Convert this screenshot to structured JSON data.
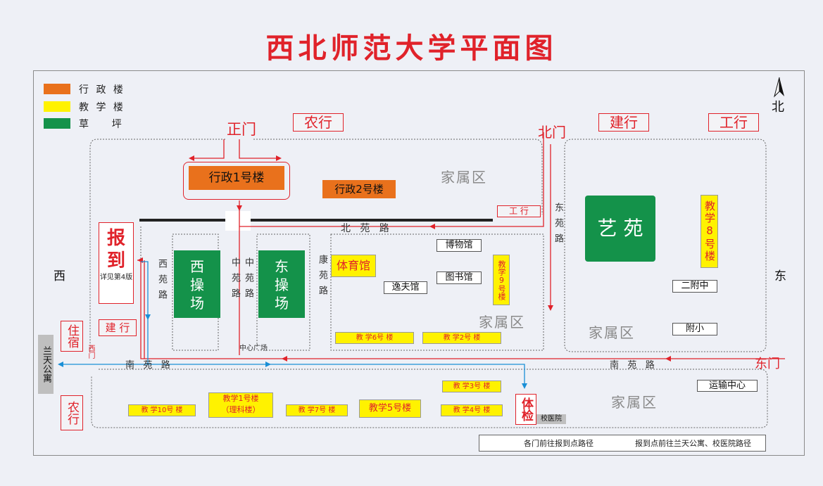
{
  "title": "西北师范大学平面图",
  "legend": [
    {
      "label": "行 政 楼",
      "color": "#e9711c"
    },
    {
      "label": "教 学 楼",
      "color": "#fff200"
    },
    {
      "label": "草    坪",
      "color": "#14924a"
    }
  ],
  "compass": {
    "label": "北"
  },
  "gates": {
    "main": "正门",
    "north": "北门",
    "east": "东门",
    "west": "西门"
  },
  "banks": {
    "nonghang_top": "农行",
    "jianhang_top": "建行",
    "gonghang_top": "工行",
    "gonghang_road": "工 行",
    "jianhang_left": "建 行",
    "nonghang_left": "农行"
  },
  "directions": {
    "west": "西",
    "east": "东"
  },
  "roads": {
    "beiyuan": "北   苑   路",
    "nanyuan_left": "南   苑   路",
    "nanyuan_right": "南   苑   路",
    "xiyuan": "西苑路",
    "zhongyuan_a": "中苑路",
    "zhongyuan_b": "中苑路",
    "kangyuan": "康苑路",
    "dongyuan": "东苑路",
    "center_square": "中心广场"
  },
  "buildings": {
    "admin1": "行政1号楼",
    "admin2": "行政2号楼",
    "gym": "体育馆",
    "museum": "博物馆",
    "yifu": "逸夫馆",
    "library": "图书馆",
    "teach9": "教学9号楼",
    "teach6": "教 学6号 楼",
    "teach2": "教 学2号 楼",
    "teach8": "教学8号楼",
    "erfuzhong": "二附中",
    "fuxiao": "附小",
    "teach10": "教 学10号 楼",
    "teach1_line1": "教学1号楼",
    "teach1_line2": "（理科楼）",
    "teach7": "教 学7号 楼",
    "teach5": "教学5号楼",
    "teach3": "教 学3号 楼",
    "teach4": "教 学4号 楼",
    "transport": "运输中心",
    "hospital": "校医院"
  },
  "fields": {
    "west": "西操场",
    "east": "东操场",
    "yiyuan": "艺 苑"
  },
  "family_areas": {
    "a": "家属区",
    "b": "家属区",
    "c": "家属区",
    "d": "家属区"
  },
  "register": {
    "line1": "报",
    "line2": "到",
    "note": "详见第4版"
  },
  "dorm": {
    "zhusu": "住宿",
    "lantian": "兰天公寓"
  },
  "checkup": "体检",
  "route_legend": {
    "red": "各门前往报到点路径",
    "blue": "报到点前往兰天公寓、校医院路径"
  },
  "colors": {
    "red_route": "#e0222a",
    "blue_route": "#1a8fd6",
    "admin": "#e9711c",
    "teaching": "#fff200",
    "lawn": "#14924a"
  }
}
